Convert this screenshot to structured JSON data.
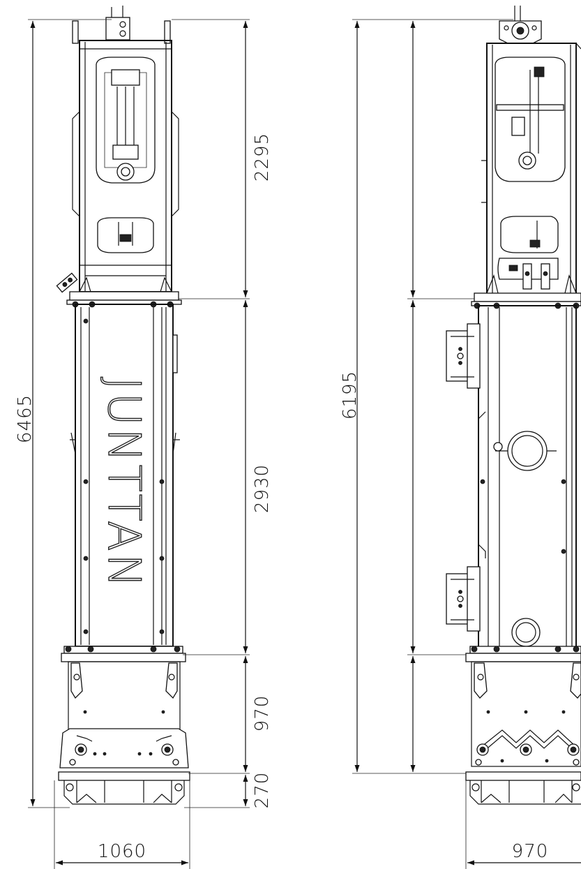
{
  "drawing": {
    "front_view": {
      "overall_height": "6465",
      "section_heights": [
        "2295",
        "2930",
        "970",
        "270"
      ],
      "width": "1060",
      "brand_text": "JUNTTAN"
    },
    "side_view": {
      "overall_height": "6195",
      "width": "970"
    }
  }
}
